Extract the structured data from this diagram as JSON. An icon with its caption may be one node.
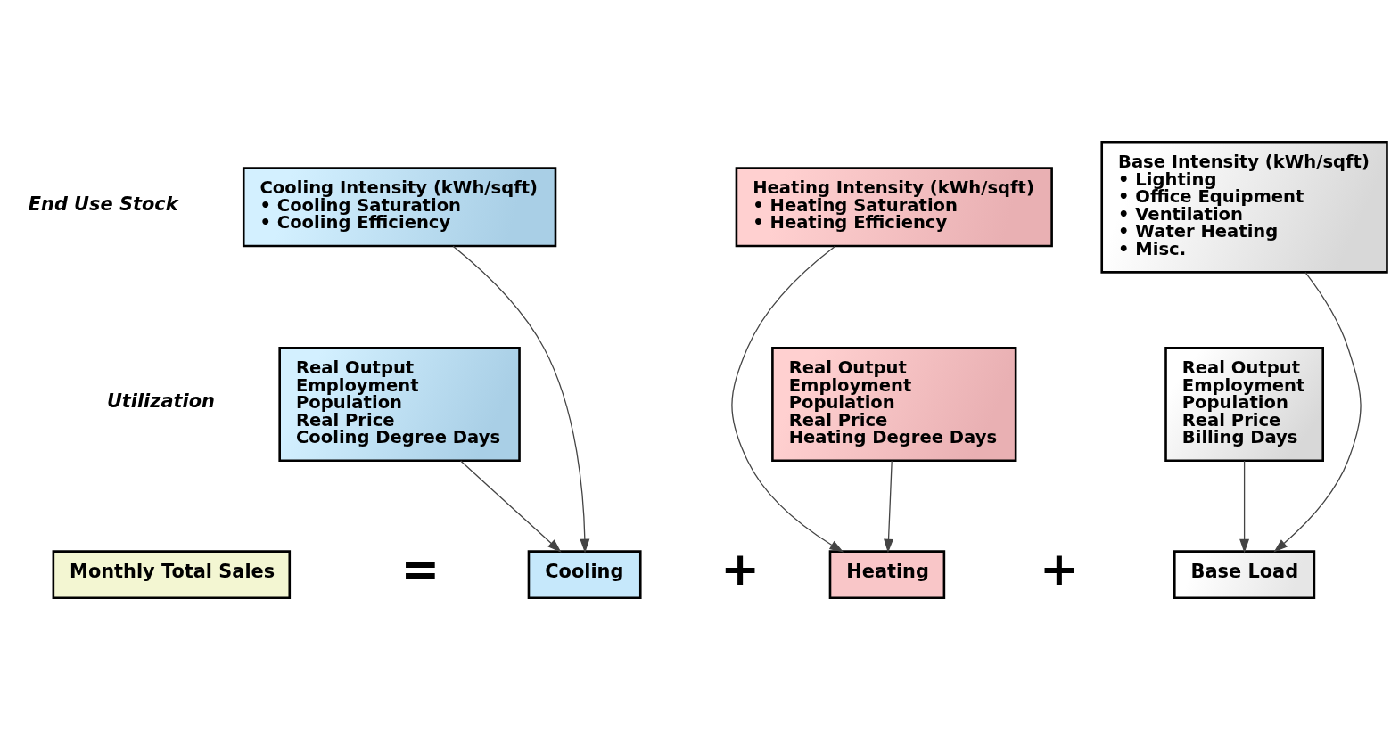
{
  "diagram": {
    "nodes": [
      {
        "text": [
          "Cooling Intensity (kWh/sqft)",
          "• Cooling Saturation",
          "• Cooling Efficiency"
        ]
      },
      {
        "text": [
          "Heating Intensity (kWh/sqft)",
          "• Heating Saturation",
          "• Heating Efficiency"
        ]
      },
      {
        "text": [
          "Base Intensity (kWh/sqft)",
          "• Lighting",
          "• Office Equipment",
          "• Ventilation",
          "• Water Heating",
          "• Misc."
        ]
      },
      {
        "text": [
          "Real Output",
          "Employment",
          "Population",
          "Real Price",
          "Cooling Degree Days"
        ]
      },
      {
        "text": [
          "Real Output",
          "Employment",
          "Population",
          "Real Price",
          "Heating Degree Days"
        ]
      },
      {
        "text": [
          "Real Output",
          "Employment",
          "Population",
          "Real Price",
          "Billing Days"
        ]
      },
      {
        "text": [
          "Monthly Total Sales"
        ]
      },
      {
        "text": [
          "Cooling"
        ]
      },
      {
        "text": [
          "Heating"
        ]
      },
      {
        "text": [
          "Base Load"
        ]
      }
    ],
    "edges": [
      {
        "from": 3,
        "to": 7,
        "arrow": "to"
      },
      {
        "from": 0,
        "to": 7,
        "arrow": "to"
      },
      {
        "from": 4,
        "to": 8,
        "arrow": "to"
      },
      {
        "from": 1,
        "to": 8,
        "arrow": "to"
      },
      {
        "from": 5,
        "to": 9,
        "arrow": "to"
      },
      {
        "from": 2,
        "to": 9,
        "arrow": "to"
      }
    ],
    "labels": [
      "End Use Stock",
      "Utilization",
      "=",
      "+",
      "+"
    ]
  }
}
